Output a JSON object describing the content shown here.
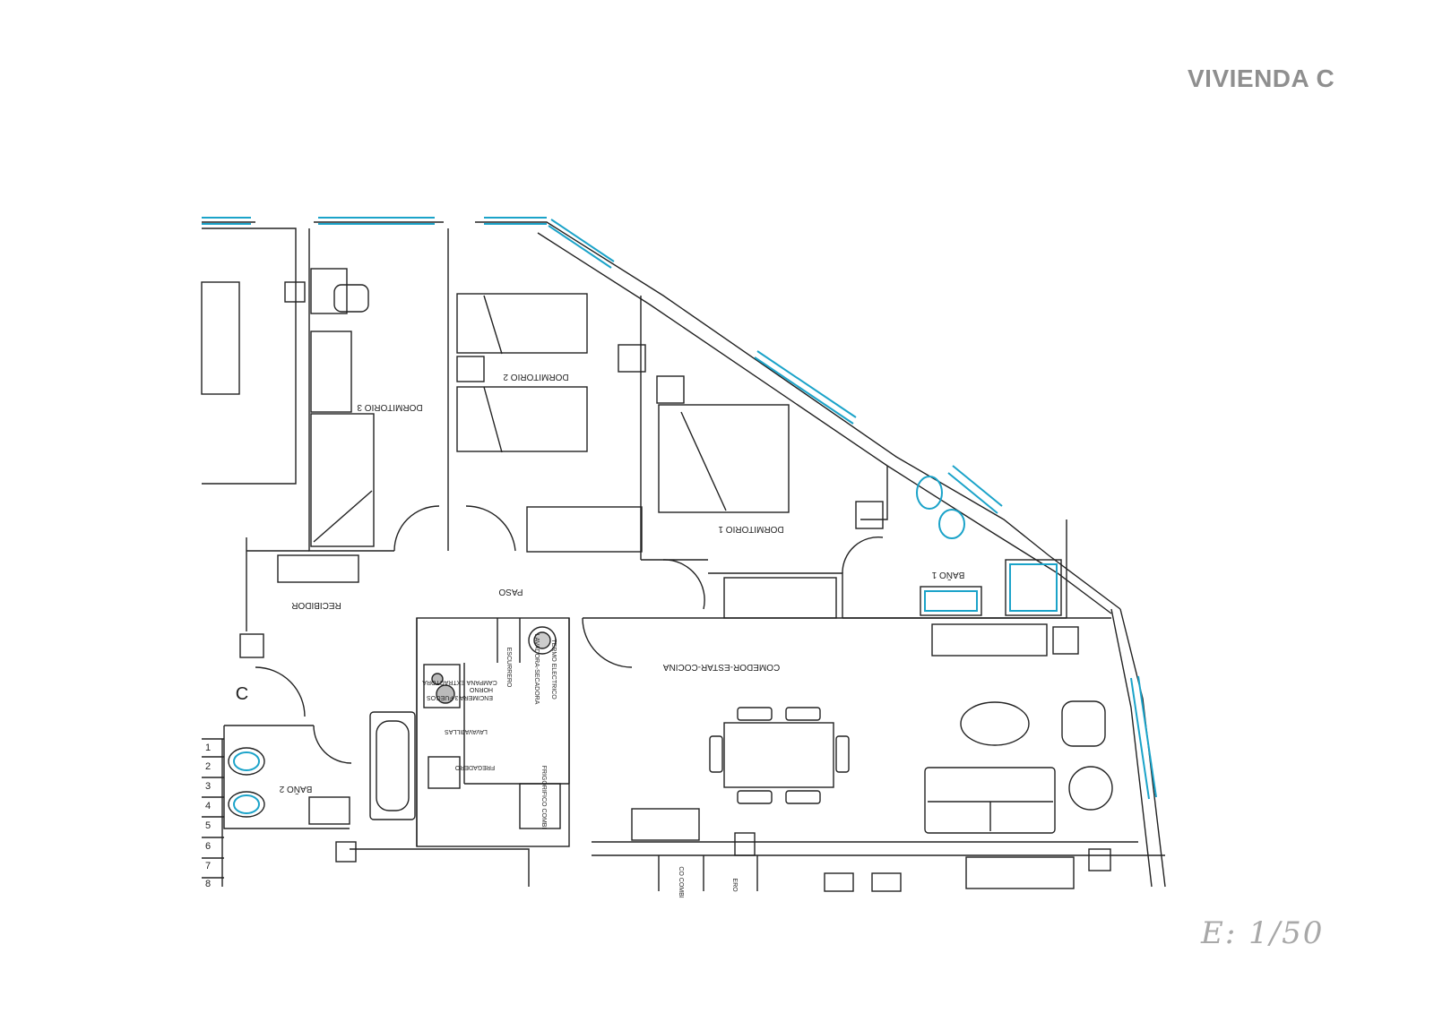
{
  "header": {
    "title": "VIVIENDA C"
  },
  "rooms": {
    "dormitorio3": "DORMITORIO 3",
    "dormitorio2": "DORMITORIO 2",
    "dormitorio1": "DORMITORIO 1",
    "bano1": "BAÑO 1",
    "bano2": "BAÑO 2",
    "paso": "PASO",
    "recibidor": "RECIBIDOR",
    "comedor": "COMEDOR-ESTAR-COCINA",
    "unit_letter": "C"
  },
  "kitchen": {
    "campana": "CAMPANA EXTRACTORA",
    "encimera": "ENCIMERA 3 FUEGOS",
    "horno": "HORNO",
    "escurrero": "ESCURRERO",
    "lavadora": "LAVADORA-SECADORA",
    "termo": "TERMO ELECTRICO",
    "lavavajillas": "LAVAVAJILLAS",
    "fregadero": "FREGADERO",
    "frigorifico": "FRIGORIFICO COMBI"
  },
  "neighbor": {
    "combi": "CO COMBI",
    "ero": "ERO"
  },
  "stair_numbers": [
    "1",
    "2",
    "3",
    "4",
    "5",
    "6",
    "7",
    "8"
  ],
  "scale": {
    "text": "E: 1/50"
  },
  "colors": {
    "window": "#1ba3c9",
    "wall": "#222222",
    "title": "#8f8f8f"
  }
}
